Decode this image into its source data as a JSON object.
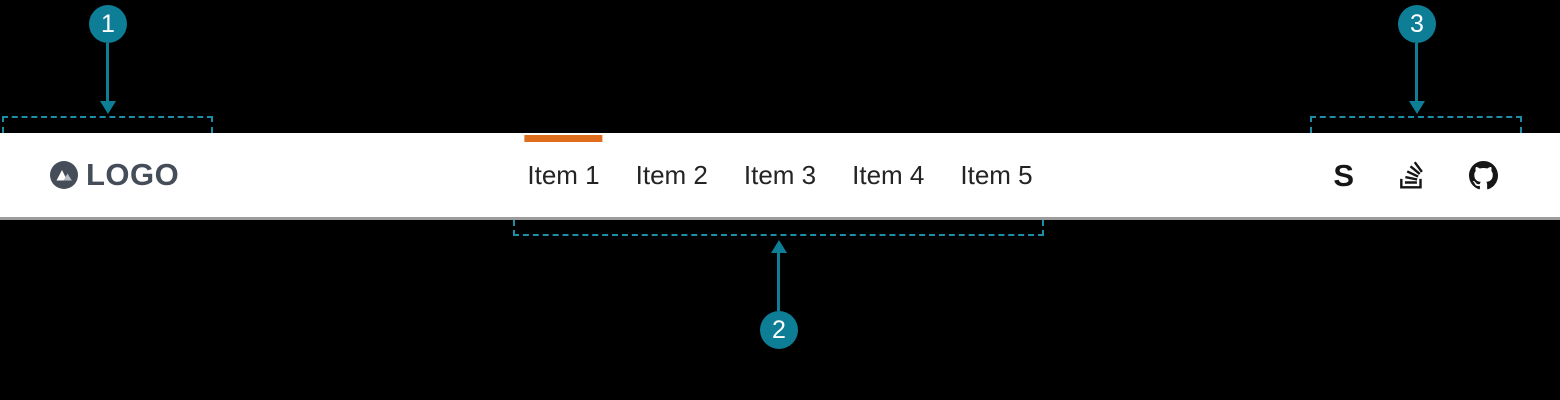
{
  "colors": {
    "page_bg": "#000000",
    "navbar_bg": "#ffffff",
    "navbar_border": "#9c9c9c",
    "accent_teal": "#0e7e96",
    "dashed_teal": "#1e8ea8",
    "active_indicator_orange": "#e06c1d",
    "logo_slate": "#454d59",
    "nav_text": "#242424",
    "icon_black": "#161616"
  },
  "navbar": {
    "logo": {
      "label": "LOGO",
      "icon": "mountain-icon"
    },
    "items": [
      {
        "label": "Item 1",
        "active": true
      },
      {
        "label": "Item 2",
        "active": false
      },
      {
        "label": "Item 3",
        "active": false
      },
      {
        "label": "Item 4",
        "active": false
      },
      {
        "label": "Item 5",
        "active": false
      }
    ],
    "icons": [
      {
        "name": "letter-s-icon",
        "glyph": "S"
      },
      {
        "name": "stackoverflow-icon"
      },
      {
        "name": "github-icon"
      }
    ]
  },
  "annotations": {
    "badges": [
      {
        "number": "1",
        "target": "logo-area"
      },
      {
        "number": "2",
        "target": "nav-items-area"
      },
      {
        "number": "3",
        "target": "icons-area"
      }
    ]
  }
}
